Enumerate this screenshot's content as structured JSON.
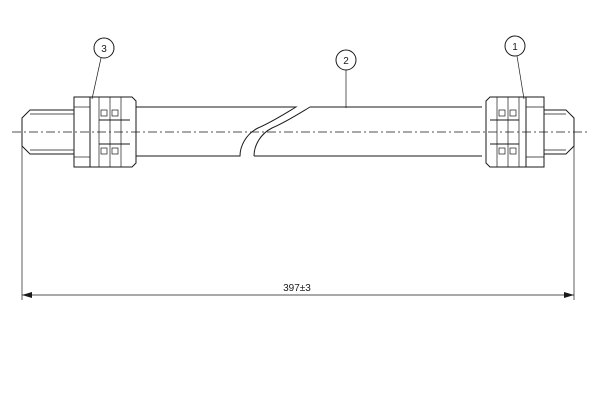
{
  "callouts": {
    "part1": "1",
    "part2": "2",
    "part3": "3"
  },
  "dimension": {
    "overall_length": "397±3"
  }
}
